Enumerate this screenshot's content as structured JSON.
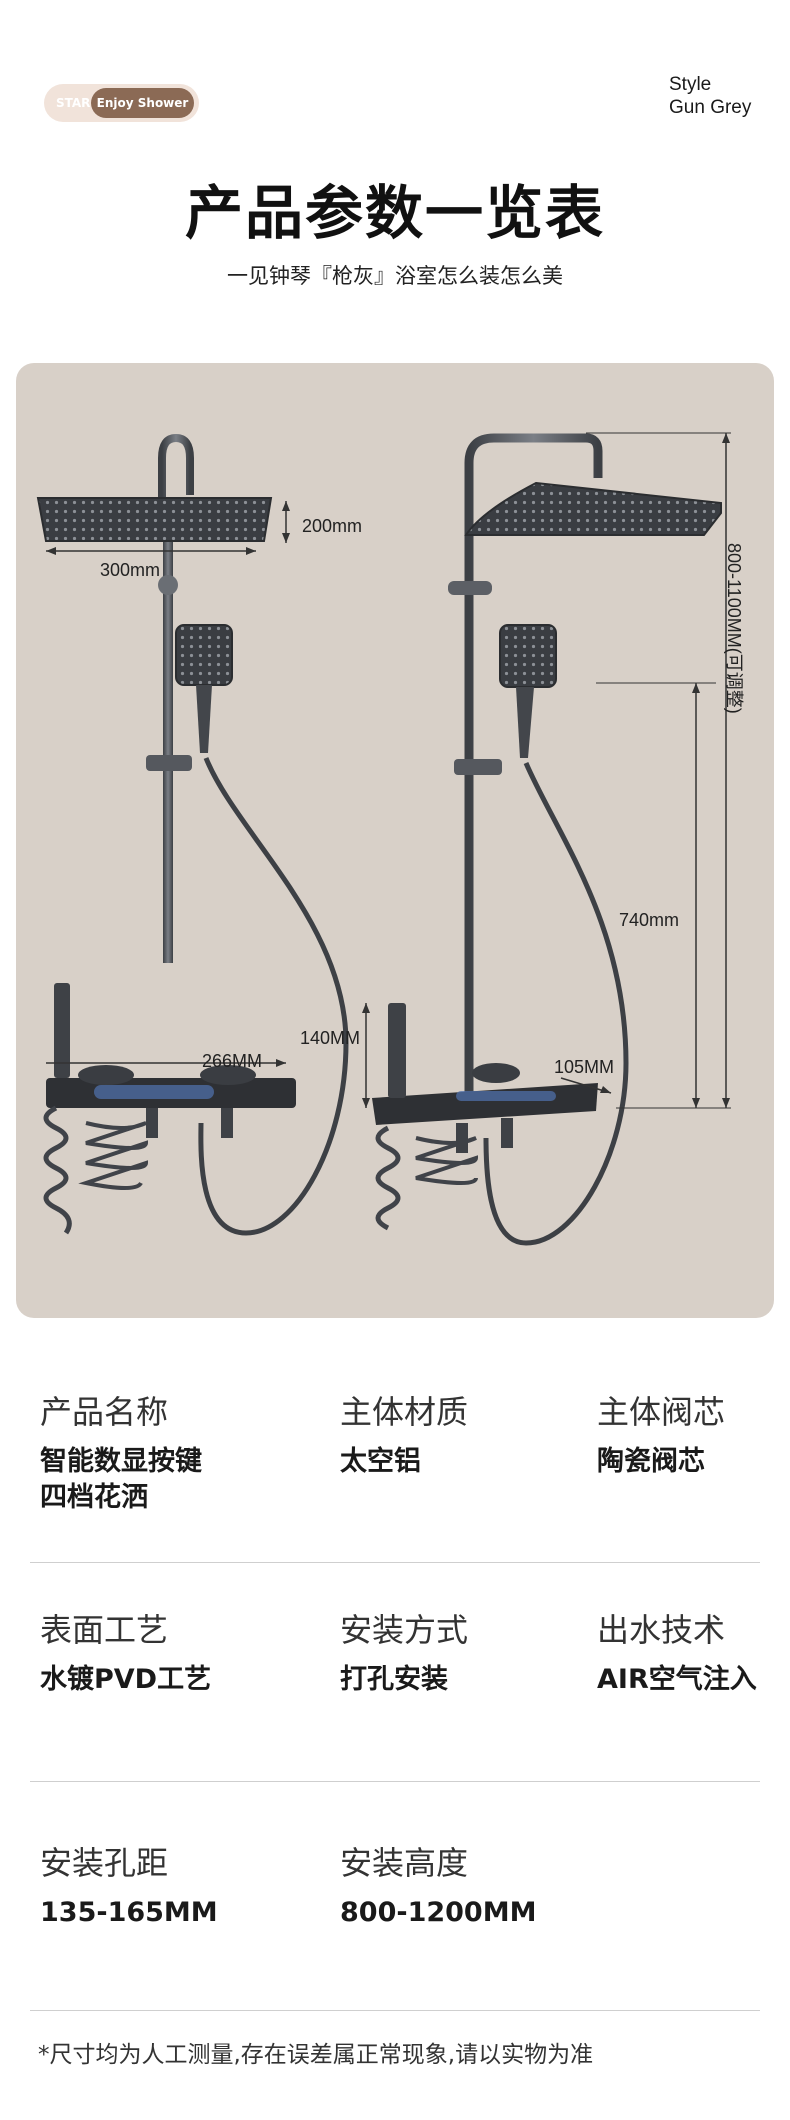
{
  "brand": {
    "star": "STAR",
    "enjoy": "Enjoy Shower"
  },
  "style": {
    "line1": "Style",
    "line2": "Gun Grey"
  },
  "title": "产品参数一览表",
  "subtitle": "一见钟琴『枪灰』浴室怎么装怎么美",
  "dimensions": {
    "head_height": "200mm",
    "head_width": "300mm",
    "total_height": "800-1100MM(可调整)",
    "slide_height": "740mm",
    "shelf_width": "266MM",
    "shelf_height": "140MM",
    "shelf_depth": "105MM"
  },
  "colors": {
    "panel": "#d8d0c8",
    "metal": "#4a4d52",
    "accent": "#8b6a55"
  },
  "specs": [
    {
      "label": "产品名称",
      "value": "智能数显按键\n四档花洒"
    },
    {
      "label": "主体材质",
      "value": "太空铝"
    },
    {
      "label": "主体阀芯",
      "value": "陶瓷阀芯"
    },
    {
      "label": "表面工艺",
      "value": "水镀PVD工艺"
    },
    {
      "label": "安装方式",
      "value": "打孔安装"
    },
    {
      "label": "出水技术",
      "value": "AIR空气注入"
    },
    {
      "label": "安装孔距",
      "value": "135-165MM"
    },
    {
      "label": "安装高度",
      "value": "800-1200MM"
    }
  ],
  "note": "*尺寸均为人工测量,存在误差属正常现象,请以实物为准"
}
